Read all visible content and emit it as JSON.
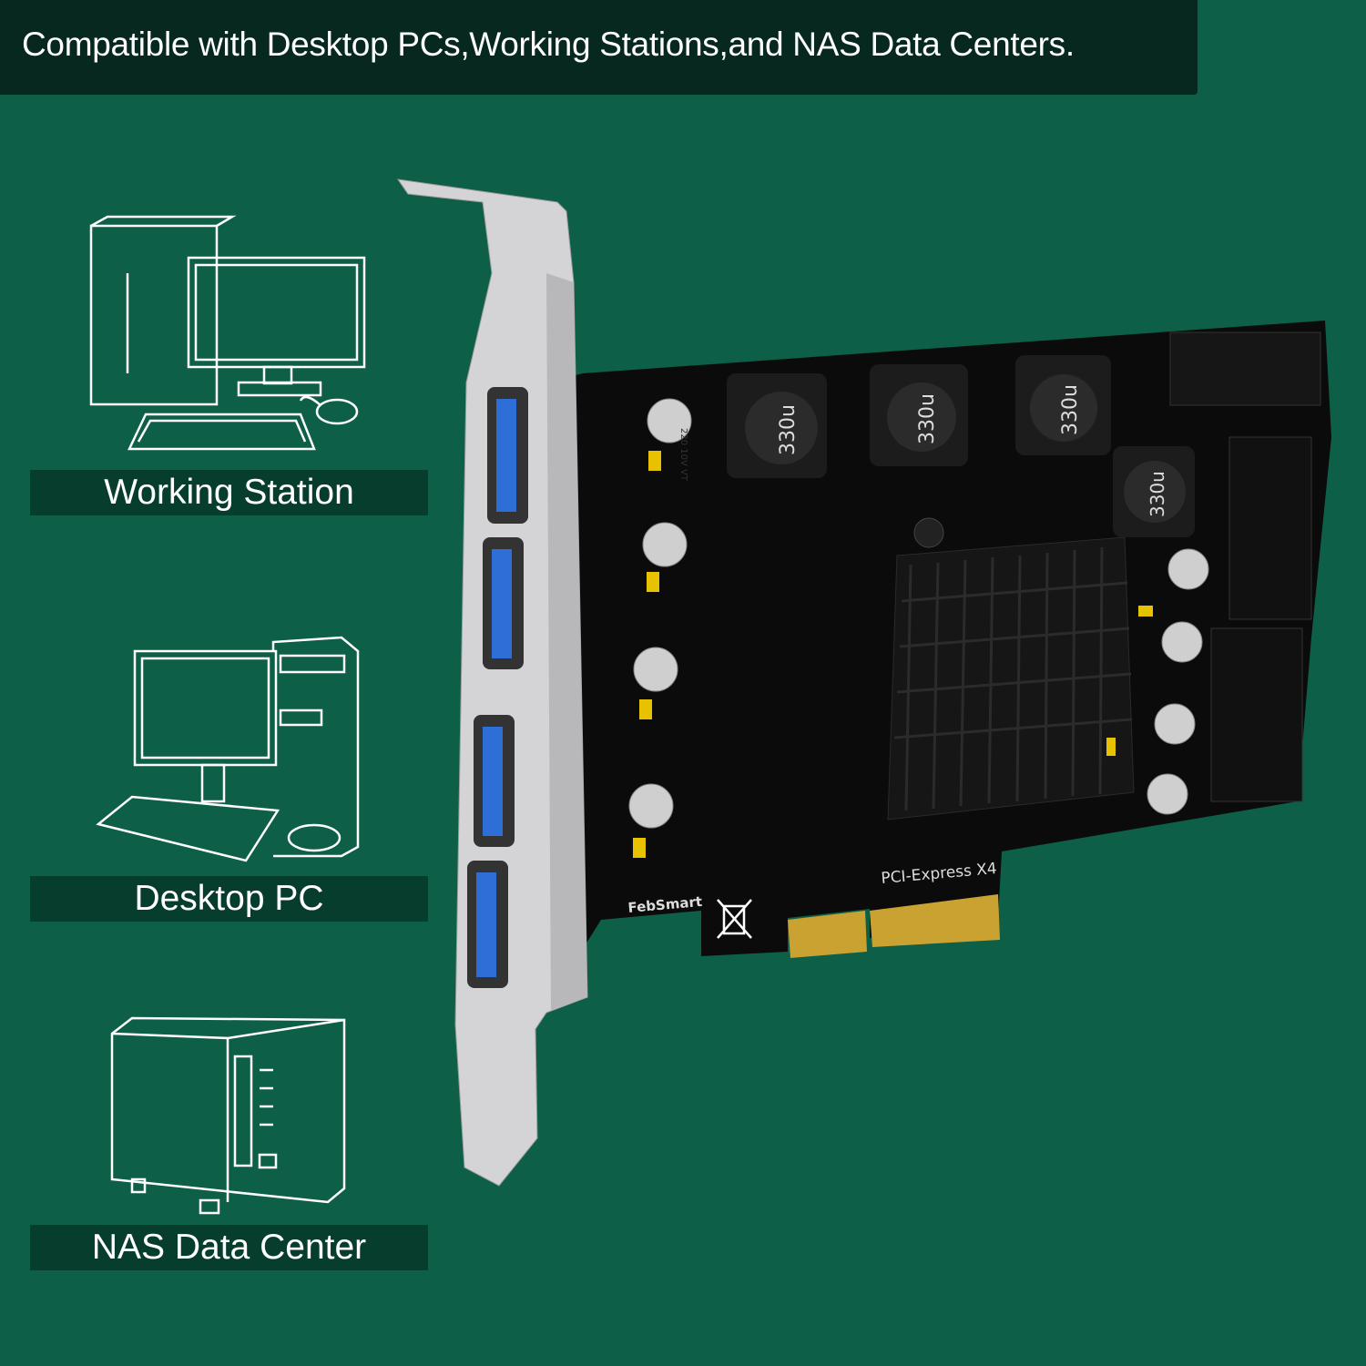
{
  "header": {
    "title": "Compatible with Desktop PCs,Working Stations,and NAS Data Centers."
  },
  "uses": [
    {
      "label": "Working Station",
      "icon": "workstation-icon"
    },
    {
      "label": "Desktop PC",
      "icon": "desktop-pc-icon"
    },
    {
      "label": "NAS Data Center",
      "icon": "nas-icon"
    }
  ],
  "card": {
    "brand": "FebSmart",
    "interface": "PCI-Express  X4",
    "inductor_marking": "330u",
    "capacitor_marking": "220 10V VT",
    "port_color": "#2d6fd6"
  },
  "colors": {
    "background": "#0d5f47",
    "header": "#06281f",
    "label": "#073d2d"
  }
}
